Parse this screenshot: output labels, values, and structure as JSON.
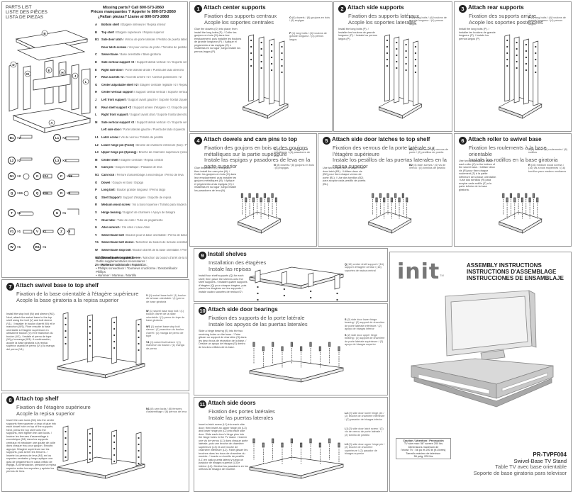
{
  "parts_list": {
    "title": [
      "PARTS LIST",
      "LISTE DES PIÈCES",
      "LISTA DE PIEZAS"
    ],
    "missing": [
      "Missing parts? Call 800-573-2860",
      "Pièces manquantes ? Appeler le 800-573-2860",
      "¿Faltan piezas? Llame al 800-573-2860"
    ],
    "parts": [
      {
        "k": "A",
        "en": "Bottom shelf",
        "rest": "/ Étagère inférieure / Repisa inferior"
      },
      {
        "k": "B",
        "en": "Top shelf",
        "rest": "/ Étagère supérieure / Repisa superior"
      },
      {
        "k": "B1",
        "en": "Side door latch",
        "rest": "/ Verrou de porte latérale / Pestillo de puerta lateral"
      },
      {
        "k": "",
        "en": "Door latch screws",
        "rest": "/ Vis pour verrou de porte / Tornillos de pestillo de la puerta"
      },
      {
        "k": "C",
        "en": "Swivel base",
        "rest": "/ Base orientable / Base giratoria"
      },
      {
        "k": "D",
        "en": "Side vertical support ×2",
        "rest": "/ Support latéral vertical ×2 / Soporte vertical lateral ×2"
      },
      {
        "k": "E",
        "en": "Right side door",
        "rest": "/ Porte latérale droite / Puerta del lado derecho"
      },
      {
        "k": "F",
        "en": "Rear accents ×2",
        "rest": "/ Accents arrière ×2 / Acentos posteriores ×2"
      },
      {
        "k": "G",
        "en": "Center adjustable shelf ×2",
        "rest": "/ Étagère centrale réglable ×2 / Repisa central ajustable ×2"
      },
      {
        "k": "H",
        "en": "Center vertical support",
        "rest": "/ Support central vertical / Soporte vertical central"
      },
      {
        "k": "J",
        "en": "Left front support",
        "rest": "/ Support avant gauche / Soporte frontal izquierdo"
      },
      {
        "k": "K",
        "en": "Rear shelf support ×2",
        "rest": "/ Support arrière d'étagère ×2 / Soporte posterior de repisa ×2"
      },
      {
        "k": "L",
        "en": "Right front support",
        "rest": "/ Support avant droit / Soporte frontal derecho"
      },
      {
        "k": "M",
        "en": "Side vertical support ×2",
        "rest": "/ Support latéral vertical ×2 / Soporte vertical lateral ×2"
      },
      {
        "k": "",
        "en": "Left side door",
        "rest": "/ Porte latérale gauche / Puerta del lado izquierdo"
      },
      {
        "k": "L1",
        "en": "Latch screw",
        "rest": "/ Vis de verrou / Tornillo de pestillo"
      },
      {
        "k": "L2",
        "en": "Lower hinge pin (Fixed)",
        "rest": "/ Broche de charnière inférieure (fixe) / Pasador de bisagra inferior (fijo)"
      },
      {
        "k": "L3",
        "en": "Upper hinge pin (Sprung)",
        "rest": "/ Broche de charnière supérieure (ressort) / Pasador de bisagra superior (resorte)"
      },
      {
        "k": "M",
        "en": "Center shelf",
        "rest": "/ Étagère centrale / Repisa central"
      },
      {
        "k": "N",
        "en": "Cam pin",
        "rest": "/ Goujon métallique / Pasador de leva"
      },
      {
        "k": "N1",
        "en": "Cam lock",
        "rest": "/ Ferrure d'assemblage à excentrique / Perno de leva"
      },
      {
        "k": "O",
        "en": "Dowel",
        "rest": "/ Goujon en bois / Espiga"
      },
      {
        "k": "P",
        "en": "Long bolt",
        "rest": "/ Boulon grande longueur / Perno largo"
      },
      {
        "k": "Q",
        "en": "Shelf Support",
        "rest": "/ Support d'étagère / Soporte de repisa"
      },
      {
        "k": "R",
        "en": "Medium wood screw",
        "rest": "/ Vis à bois moyenne / Tornillo para madera mediano"
      },
      {
        "k": "S",
        "en": "Hinge bearing",
        "rest": "/ Support de charnière / Apoyo de bisagra"
      },
      {
        "k": "T",
        "en": "Glue tube",
        "rest": "/ Tube de colle / Tubo de pegamento"
      },
      {
        "k": "U",
        "en": "Allen wrench",
        "rest": "/ Clé Allen / Llave Allen"
      },
      {
        "k": "V",
        "en": "Swivel base bolt",
        "rest": "/ Boulon pour la base orientable / Perno de base giratoria"
      },
      {
        "k": "V1",
        "en": "Swivel base bolt sleeve",
        "rest": "/ Manchon du boulon de la base orientable / Manga de perno de base giratoria"
      },
      {
        "k": "W",
        "en": "Swivel base stop bolt",
        "rest": "/ Boulon d'arrêt de la base orientable / Perno de tope de base giratoria"
      },
      {
        "k": "W1",
        "en": "Swivel base stop bolt sleeve",
        "rest": "/ Manchon du boulon d'arrêt de la base orientable / Manga de perno de tope de base giratoria"
      },
      {
        "k": "Z",
        "en": "Rollers",
        "rest": "/ Roulements / Rodillos"
      }
    ],
    "hardware": [
      {
        "k": "B1",
        "q": "×2"
      },
      {
        "k": "L1",
        "q": "×2"
      },
      {
        "k": "L2",
        "q": "×2"
      },
      {
        "k": "L3",
        "q": "×2"
      },
      {
        "k": "N1",
        "q": "×2"
      },
      {
        "k": "O",
        "q": "×24"
      },
      {
        "k": "P",
        "q": "×18"
      },
      {
        "k": "Q",
        "q": "×24"
      },
      {
        "k": "Q",
        "q": "×16"
      },
      {
        "k": "R",
        "q": "×8"
      },
      {
        "k": "T",
        "q": "×1"
      },
      {
        "k": "U",
        "q": "×1"
      },
      {
        "k": "V1",
        "q": "×1"
      },
      {
        "k": "V",
        "q": "×1"
      },
      {
        "k": "Z",
        "q": "×8"
      },
      {
        "k": "W",
        "q": "×1"
      },
      {
        "k": "W1",
        "q": "×1"
      }
    ],
    "additional": [
      "Additional tools required:",
      "Outils supplémentaires nécessaires :",
      "Herramientas adicionales requeridas:",
      "• Phillips screwdriver / Tournevis cruciforme / Destornillador Phillips",
      "• Hammer / Marteau / Martillo"
    ]
  },
  "steps": [
    {
      "n": "1",
      "en": "Attach center supports",
      "fr": "Fixation des supports centraux",
      "es": "Acople los soportes centrales",
      "note": "Glue the dowels (O) into place; then install the long bolts (P). / Coller les goujons en bois (O) dans leur emplacement, puis installer les boulons de grande longueur (P). / Aplique el pegamento a las espigas (O) e instálelas en su lugar; luego instale los pernos largos (P).",
      "tags": [
        {
          "k": "O",
          "t": "(8) dowels / (8) goujons en bois / (8) espigas"
        },
        {
          "k": "P",
          "t": "(4) long bolts / (4) boulons de grande longueur / (4) pernos largos"
        }
      ]
    },
    {
      "n": "2",
      "en": "Attach side supports",
      "fr": "Fixation des supports latéraux",
      "es": "Acople los soportes laterales",
      "note": "Install the long bolts (P). / Installer les boulons de grande longueur (P). / Instale los pernos largos (P).",
      "tags": [
        {
          "k": "P",
          "t": "(4) long bolts / (4) boulons de grande longueur / (4) pernos largos"
        }
      ]
    },
    {
      "n": "3",
      "en": "Attach rear supports",
      "fr": "Fixation des supports arrière",
      "es": "Acople los soportes posteriores",
      "note": "Install the long bolts (P). / Installer les boulons de grande longueur (P). / Instale los pernos largos (P).",
      "tags": [
        {
          "k": "P",
          "t": "(4) long bolts / (4) boulons de grande longueur / (4) pernos largos"
        }
      ]
    },
    {
      "n": "4",
      "en": "Attach dowels and cam pins to top",
      "fr": "Fixation des goujons en bois et des goujons métalliques sur la partie supérieure",
      "es": "Instale las espigas y pasadores de leva en la parte superior",
      "note": "Glue the dowels (O) into place; then install the cam pins (N). / Coller les goujons en bois (O) dans leur emplacement, puis installer les goujons métalliques (N). / Aplique el pegamento a las espigas (O) e instálelas en su lugar; luego instale los pasadores de leva (N).",
      "tags": [
        {
          "k": "O",
          "t": "(8) cam rings / (8) goujons métalliques / (8) pasadores de leva"
        },
        {
          "k": "N",
          "t": "(8) dowels / (8) goujons en bois / (8) espigas"
        }
      ]
    },
    {
      "n": "5",
      "en": "Attach side door latches to top shelf",
      "fr": "Fixation des verrous de la porte latérale sur l'étagère supérieure",
      "es": "Instale los pestillos de las puertas laterales en la repisa superior",
      "note": "Use two screws (B2) to attach each door latch (B1). / Utiliser deux vis (B2) pour fixer chaque verrou de porte (B1). / Use dos tornillos (B2) para acoplar cada pestillo de puerta (B1).",
      "tags": [
        {
          "k": "B1",
          "t": "(2) door latch / (2) verrous de porte / (2) pestillos de puerta"
        },
        {
          "k": "B2",
          "t": "(4) latch screws / (4) vis de verrou / (4) tornillos de pestillo"
        }
      ]
    },
    {
      "n": "6",
      "en": "Attach roller to swivel base",
      "fr": "Fixation les roulements à la base orientable",
      "es": "Instale los rodillos en la base giratoria",
      "note": "Use two screws (R) to attach each roller (Z) to the bottom of the swivel base. / Utiliser deux vis (R) pour fixer chaque roulement (Z) à la partie inférieure de la base orientable. / Use dos tornillos (R) para acoplar cada rodillo (Z) a la parte inferior de la base giratoria.",
      "tags": [
        {
          "k": "Z",
          "t": "(8) rollers / (8) roulements / (8) rodillos"
        },
        {
          "k": "R",
          "t": "(16) medium wood screws / (16) vis à bois moyennes / (16) tornillos para madera medianos"
        }
      ]
    },
    {
      "n": "7",
      "en": "Attach swivel base to top shelf",
      "fr": "Fixation de la base orientable à l'étagère supérieure",
      "es": "Acople la base giratoria a la repisa superior",
      "note": "Install the stop bolt (W) and sleeve (W1). Next, attach the swivel base to the top shelf using the bolt (V) and bolt sleeve (V1). / Installer le boulon d'arrêt (W) et le manchon (W1). Fixer ensuite la base orientable à l'étagère supérieure en utilisant le boulon (V) et le manchon du boulon (V1). / Instale el perno de tope (W) y la manga (W1). A continuación, acople la base giratoria a la repisa superior usando el perno (V) y la manga del perno (V1).",
      "tags": [
        {
          "k": "V",
          "t": "(1) swivel base bolt / (1) boulon de la base orientable / (1) perno de base giratoria"
        },
        {
          "k": "W",
          "t": "(1) swivel base stop bolt / (1) boulon d'arrêt de la base orientable / (1) perno de tope de base giratoria"
        },
        {
          "k": "W1",
          "t": "(1) swivel base stop bolt sleeve / (1) manchon du boulon d'arrêt / (1) manga de perno de tope"
        },
        {
          "k": "V1",
          "t": "(1) swivel bolt sleeve / (1) manchon du boulon / (1) manga de perno"
        }
      ]
    },
    {
      "n": "8",
      "en": "Attach top shelf",
      "fr": "Fixation de l'étagère supérieure",
      "es": "Acople la repisa superior",
      "note": "Insert the cam locks (N1) into the center supports then squeeze a drop of glue into each dowel hole on top of the supports. Next, press the top shelf onto the supports, then tighten the cam locks. / Insérer les ferrures d'assemblage à excentrique (N1) dans les supports centraux et introduire une goutte de colle dans chaque trou pour goujon. Ensuite, appuyer l'étagère supérieure sur les supports, puis serrer les ferrures. / Inserte los pernos de leva (N1) en los soportes centrales y luego aplique una gota de pegamento en cada orificio de espiga. A continuación, presione la repisa superior sobre los soportes y apriete los pernos de leva.",
      "tags": [
        {
          "k": "N1",
          "t": "(8) cam locks / (8) ferrures d'assemblage / (8) pernos de leva"
        }
      ]
    },
    {
      "n": "9",
      "en": "Install shelves",
      "fr": "Installation des étagères",
      "es": "Instale las repisas",
      "note": "Install four shelf supports (Q) for each shelf; then place the shelves onto the shelf supports. / Installer quatre supports d'étagère (Q) pour chaque étagère, puis placer les étagères sur les supports. / Instale cuatro soportes de repisa (Q) para cada repisa; luego coloque las repisas sobre los soportes.",
      "tags": [
        {
          "k": "Q",
          "t": "(16) center shelf support / (16) support d'étagère central / (16) soportes de repisa central"
        }
      ]
    },
    {
      "n": "10",
      "en": "Attach side door bearings",
      "fr": "Fixation des supports de la porte latérale",
      "es": "Instale los apoyos de las puertas laterales",
      "note": "Slide a hinge bearing (S) into the two receiving holes on the base. / Faire glisser un support de charnière (S) dans les deux trous de réception de la base. / Deslice un apoyo de bisagra (S) dentro de los dos orificios de la base.",
      "tags": [
        {
          "k": "S",
          "t": "(2) side door lower hinge bearing / (2) support de charnière de porte latérale inférieure / (2) apoyo de bisagra inferior"
        },
        {
          "k": "S",
          "t": "(2) side door upper hinge bearing / (2) support de charnière de porte latérale supérieure / (2) apoyo de bisagra superior"
        }
      ]
    },
    {
      "n": "11",
      "en": "Attach side doors",
      "fr": "Fixation des portes latérales",
      "es": "Instale las puertas laterales",
      "note": "Insert a latch screw (L1) into each side door; then insert an upper hinge pin (L3) and lower hinge pin (L2) into each side door. Slide each door's hinge pins into the hinge holes in the TV stand. / Insérer une vis de verrou (L1) dans chaque porte latérale, puis une broche de charnière supérieure (L3) et une broche de charnière inférieure (L2). Faire glisser les broches dans les trous de charnière du meuble. / Inserte un tornillo de pestillo (L1) en cada puerta lateral y luego un pasador de bisagra superior (L3) e inferior (L2). Deslice los pasadores en los orificios de bisagra del mueble.",
      "tags": [
        {
          "k": "L2",
          "t": "(2) side door lower hinge pin / (2) broche de charnière inférieure / (2) pasador de bisagra inferior"
        },
        {
          "k": "L1",
          "t": "(2) side door latch screw / (2) vis de verrou de porte latérale / (2) tornillo de pestillo"
        },
        {
          "k": "L3",
          "t": "(2) side door upper hinge pin / (2) broche de charnière supérieure / (2) pasador de bisagra superior"
        }
      ]
    }
  ],
  "cover": {
    "logo": "init",
    "tm": "TM",
    "titles": [
      "ASSEMBLY INSTRUCTIONS",
      "INSTRUCTIONS D'ASSEMBLAGE",
      "INSTRUCCIONES DE ENSAMBLAJE"
    ],
    "caution": [
      "Caution / Attention / Precaución",
      "TV size max: 56\" screen 200 lbs",
      "Dimensions maximum de",
      "l'écran TV : 56 po et 200 lb (91 livres)",
      "Tamaño máximo de televisor:",
      "56 pulg. 200 lbs"
    ],
    "model": "PR-TVPF004",
    "names": [
      "Swivel-Base TV Stand",
      "Table TV avec base orientable",
      "Soporte de base giratoria para televisor"
    ]
  }
}
